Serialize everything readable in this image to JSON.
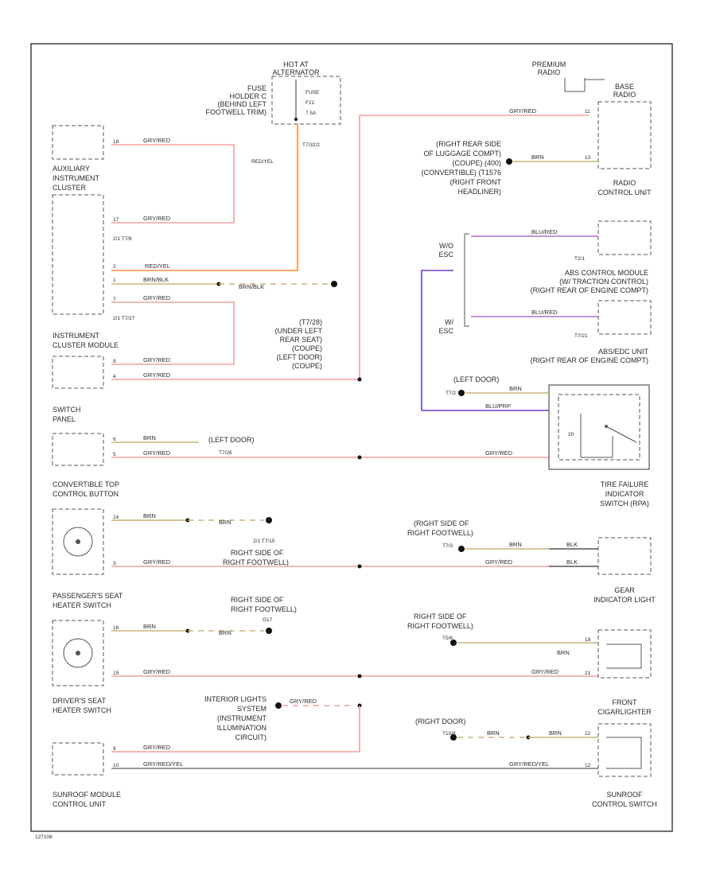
{
  "colors": {
    "gry_red": "#f0a0a0",
    "red_yel": "#ff8a3d",
    "brn": "#c8b47a",
    "blu_red": "#b070c8",
    "blu_prp": "#6c3fd1",
    "brn_blk": "#555555",
    "gry_red_yel": "#777777"
  },
  "components": {
    "hot_at_alt": {
      "line1": "HOT AT",
      "line2": "ALTERNATOR"
    },
    "fuse_block": {
      "l1": "FUSE",
      "l2": "HOLDER C",
      "l3": "(BEHIND LEFT",
      "l4": "FOOTWELL TRIM)"
    },
    "fuse_labels": {
      "a": "FUSE",
      "b": "F21",
      "c": "7.5A"
    },
    "aux_cluster": {
      "l1": "AUXILIARY",
      "l2": "INSTRUMENT",
      "l3": "CLUSTER"
    },
    "instr_cluster": {
      "l1": "INSTRUMENT",
      "l2": "CLUSTER MODULE"
    },
    "switch_panel": {
      "l1": "SWITCH",
      "l2": "PANEL"
    },
    "conv_top": {
      "l1": "CONVERTIBLE TOP",
      "l2": "CONTROL BUTTON"
    },
    "pass_seat": {
      "l1": "PASSENGER'S SEAT",
      "l2": "HEATER SWITCH"
    },
    "drv_seat": {
      "l1": "DRIVER'S SEAT",
      "l2": "HEATER SWITCH"
    },
    "sunroof_mod": {
      "l1": "SUNROOF MODULE",
      "l2": "CONTROL UNIT"
    },
    "premium_radio": {
      "l1": "PREMIUM",
      "l2": "RADIO"
    },
    "base_radio": {
      "l1": "BASE",
      "l2": "RADIO"
    },
    "radio_cu": {
      "l1": "RADIO",
      "l2": "CONTROL UNIT"
    },
    "luggage": {
      "l1": "(RIGHT REAR SIDE",
      "l2": "OF LUGGAGE COMPT)",
      "l3": "(COUPE) (400)",
      "l4": "(CONVERTIBLE) (T1576",
      "l5": "(RIGHT FRONT",
      "l6": "HEADLINER)"
    },
    "abs_cm": {
      "l1": "ABS CONTROL MODULE",
      "l2": "(W/ TRACTION CONTROL)",
      "l3": "(RIGHT REAR OF ENGINE COMPT)"
    },
    "abs_unit": {
      "l1": "ABS/EDC UNIT",
      "l2": "(RIGHT REAR OF ENGINE COMPT)"
    },
    "tire_sw": {
      "l1": "TIRE FAILURE",
      "l2": "INDICATOR",
      "l3": "SWITCH (RPA)"
    },
    "gear_light": {
      "l1": "GEAR",
      "l2": "INDICATOR LIGHT"
    },
    "front_cig": {
      "l1": "FRONT",
      "l2": "CIGARLIGHTER"
    },
    "sunroof_sw": {
      "l1": "SUNROOF",
      "l2": "CONTROL SWITCH"
    },
    "interior_lights": {
      "l1": "INTERIOR LIGHTS",
      "l2": "SYSTEM",
      "l3": "(INSTRUMENT",
      "l4": "ILLUMINATION",
      "l5": "CIRCUIT)"
    },
    "splice_g": {
      "l1": "(T7/28)",
      "l2": "(UNDER LEFT",
      "l3": "REAR SEAT)",
      "l4": "(COUPE)",
      "l5": "(LEFT DOOR)",
      "l6": "(COUPE)"
    },
    "abs_group": {
      "with": "W/O",
      "esc": "ESC",
      "w": "W/",
      "esc2": "ESC"
    }
  },
  "locations": {
    "left_door": "(LEFT DOOR)",
    "right_door": "(RIGHT DOOR)",
    "rs_rf_1": {
      "a": "RIGHT SIDE OF",
      "b": "RIGHT FOOTWELL)"
    },
    "rs_rf_2": {
      "a": "RIGHT SIDE OF",
      "b": "RIGHT FOOTWELL)"
    },
    "rs_rf_3": {
      "a": "(RIGHT SIDE OF",
      "b": "RIGHT FOOTWELL)"
    },
    "rs_rf_4": {
      "a": "RIGHT SIDE OF",
      "b": "RIGHT FOOTWELL)"
    }
  },
  "wires": {
    "gry_red": "GRY/RED",
    "red_yel": "RED/YEL",
    "brn_blk": "BRN/BLK",
    "brn": "BRN",
    "blu_red": "BLU/RED",
    "blu_prp": "BLU/PRP",
    "gry_red_yel": "GRY/RED/YEL",
    "blk": "BLK"
  },
  "connectors": {
    "t32_2": "T7/32/2",
    "c_t4": "2/1 T7/8",
    "c_t7": "2/1 T7/27",
    "c_t10": "T10/8",
    "c_17": "2/1 T7/15",
    "c_g": "G17",
    "c_t2": "T2/1",
    "c_t3": "T7/26",
    "c_t4b": "T7/21",
    "c_t5": "T7/2",
    "c_t6": "T7/3",
    "c_t8": "T5/6",
    "num_18": "18",
    "num_17": "17",
    "num_2": "2",
    "num_1": "1",
    "num_7": "7",
    "num_8": "8",
    "num_4": "4",
    "num_6": "6",
    "num_5": "5",
    "num_14": "14",
    "num_3": "3",
    "num_16": "16",
    "num_15": "15",
    "num_9": "9",
    "num_10": "10",
    "num_11": "11",
    "num_13": "13",
    "num_12": "12",
    "num_20": "20",
    "num_19": "19",
    "num_21": "21",
    "num_22": "22"
  },
  "footer": {
    "code": "127108"
  }
}
